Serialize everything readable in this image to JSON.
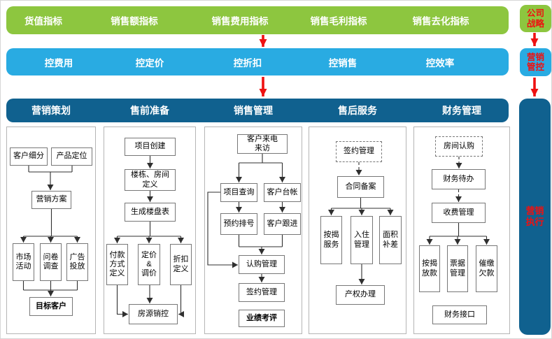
{
  "colors": {
    "green": "#8DC63F",
    "blue": "#29ABE2",
    "dark_blue": "#10618F",
    "red": "#EE1111"
  },
  "kpi_bar": {
    "items": [
      "货值指标",
      "销售额指标",
      "销售费用指标",
      "销售毛利指标",
      "销售去化指标"
    ]
  },
  "control_bar": {
    "items": [
      "控费用",
      "控定价",
      "控折扣",
      "控销售",
      "控效率"
    ]
  },
  "right_rail": {
    "company_strategy": "公司\n战略",
    "marketing_control": "营销\n管控",
    "marketing_execution": "营销\n执行"
  },
  "sections": [
    {
      "title": "营销策划",
      "boxes": {
        "customer_segmentation": "客户细分",
        "product_positioning": "产品定位",
        "marketing_plan": "营销方案",
        "market_activity": "市场\n活动",
        "questionnaire_survey": "问卷\n调查",
        "ad_placement": "广告\n投放",
        "target_customer": "目标客户"
      }
    },
    {
      "title": "售前准备",
      "boxes": {
        "project_create": "项目创建",
        "building_room_define": "楼栋、房间\n定义",
        "generate_building_table": "生成楼盘表",
        "payment_method_define": "付款\n方式\n定义",
        "pricing_adjust": "定价\n&\n调价",
        "discount_define": "折扣\n定义",
        "housing_sales_control": "房源销控"
      }
    },
    {
      "title": "销售管理",
      "boxes": {
        "customer_call_visit": "客户来电\n来访",
        "project_query": "项目查询",
        "customer_ledger": "客户台帐",
        "reservation_numbering": "预约排号",
        "customer_follow_up": "客户跟进",
        "subscription_management": "认购管理",
        "signing_management": "签约管理",
        "performance_review": "业绩考评"
      }
    },
    {
      "title": "售后服务",
      "boxes": {
        "signing_management_ref": "签约管理",
        "contract_filing": "合同备案",
        "mortgage_service": "按揭\n服务",
        "occupancy_management": "入住\n管理",
        "area_adjustment": "面积\n补差",
        "property_rights_processing": "产权办理"
      }
    },
    {
      "title": "财务管理",
      "boxes": {
        "room_subscription_ref": "房间认购",
        "finance_todo": "财务待办",
        "fee_management": "收费管理",
        "mortgage_loan_release": "按揭\n放款",
        "invoice_management": "票据\n管理",
        "collection_arrears": "催缴\n欠款",
        "finance_interface": "财务接口"
      }
    }
  ]
}
